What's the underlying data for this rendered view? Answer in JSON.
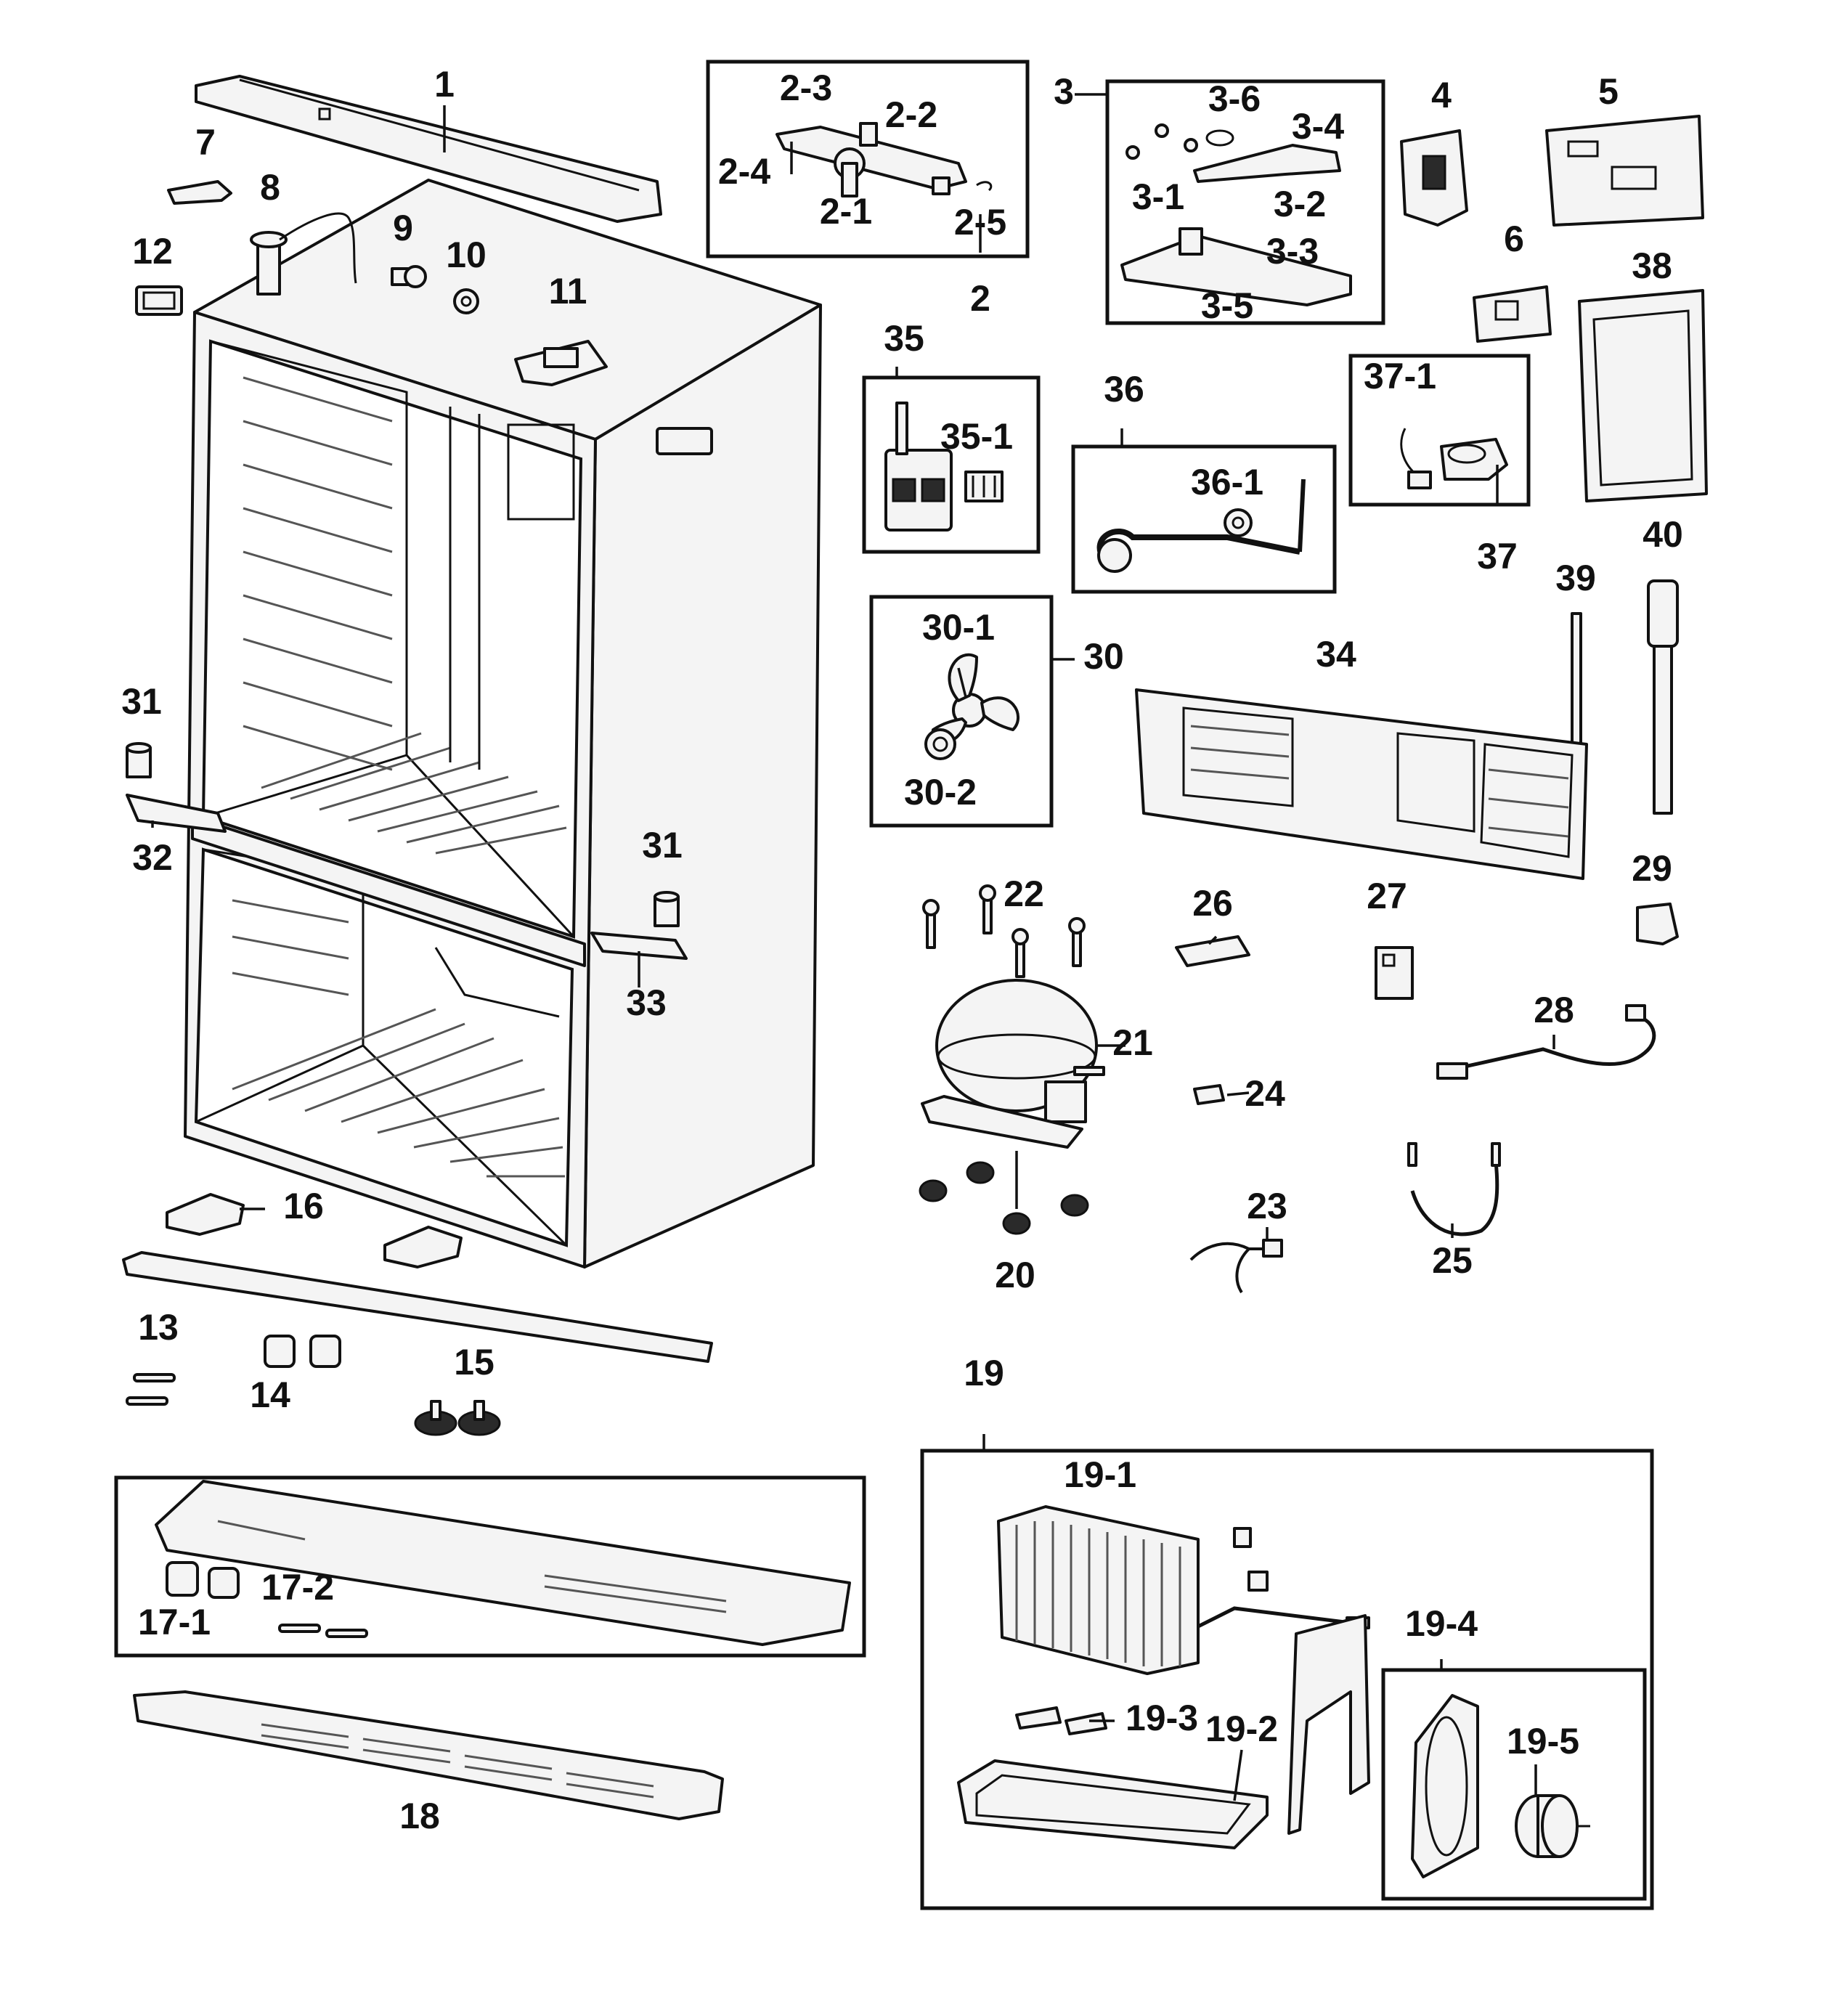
{
  "labels": {
    "p1": "1",
    "p2": "2",
    "p2_1": "2-1",
    "p2_2": "2-2",
    "p2_3": "2-3",
    "p2_4": "2-4",
    "p2_5": "2-5",
    "p3": "3",
    "p3_1": "3-1",
    "p3_2": "3-2",
    "p3_3": "3-3",
    "p3_4": "3-4",
    "p3_5": "3-5",
    "p3_6": "3-6",
    "p4": "4",
    "p5": "5",
    "p6": "6",
    "p7": "7",
    "p8": "8",
    "p9": "9",
    "p10": "10",
    "p11": "11",
    "p12": "12",
    "p13": "13",
    "p14": "14",
    "p15": "15",
    "p16": "16",
    "p17_1": "17-1",
    "p17_2": "17-2",
    "p18": "18",
    "p19": "19",
    "p19_1": "19-1",
    "p19_2": "19-2",
    "p19_3": "19-3",
    "p19_4": "19-4",
    "p19_5": "19-5",
    "p20": "20",
    "p21": "21",
    "p22": "22",
    "p23": "23",
    "p24": "24",
    "p25": "25",
    "p26": "26",
    "p27": "27",
    "p28": "28",
    "p29": "29",
    "p30": "30",
    "p30_1": "30-1",
    "p30_2": "30-2",
    "p31a": "31",
    "p31b": "31",
    "p32": "32",
    "p33": "33",
    "p34": "34",
    "p35": "35",
    "p35_1": "35-1",
    "p36": "36",
    "p36_1": "36-1",
    "p37": "37",
    "p37_1": "37-1",
    "p38": "38",
    "p39": "39",
    "p40": "40"
  }
}
